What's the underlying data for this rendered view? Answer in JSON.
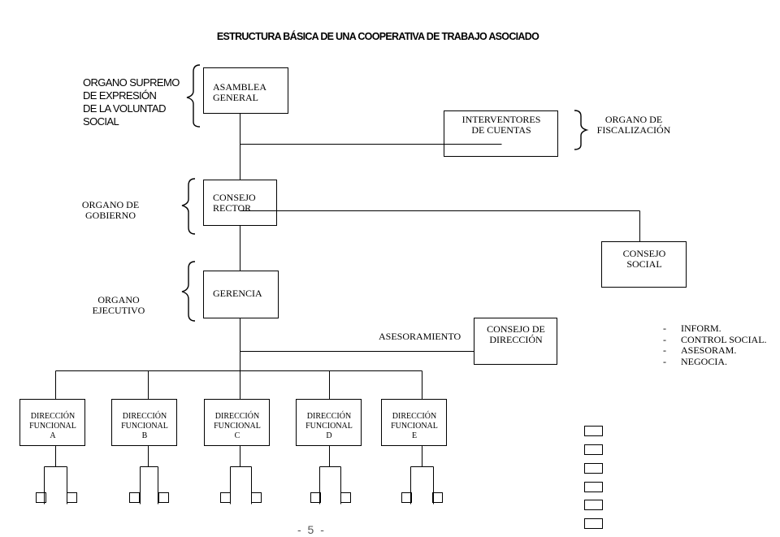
{
  "title": "ESTRUCTURA BÁSICA DE UNA COOPERATIVA DE TRABAJO ASOCIADO",
  "labels": {
    "supremo": "ORGANO SUPREMO\nDE EXPRESIÓN\nDE LA VOLUNTAD\nSOCIAL",
    "fiscalizacion": "ORGANO DE\nFISCALIZACIÓN",
    "gobierno": "ORGANO DE\nGOBIERNO",
    "ejecutivo": "ORGANO\nEJECUTIVO",
    "asesoramiento": "ASESORAMIENTO"
  },
  "boxes": {
    "asamblea": "ASAMBLEA\nGENERAL",
    "interventores": "INTERVENTORES\nDE CUENTAS",
    "consejo_rector": "CONSEJO\nRECTOR",
    "consejo_social": "CONSEJO\nSOCIAL",
    "gerencia": "GERENCIA",
    "consejo_direccion": "CONSEJO DE\nDIRECCIÓN"
  },
  "functions": [
    "DIRECCIÓN\nFUNCIONAL\nA",
    "DIRECCIÓN\nFUNCIONAL\nB",
    "DIRECCIÓN\nFUNCIONAL\nC",
    "DIRECCIÓN\nFUNCIONAL\nD",
    "DIRECCIÓN\nFUNCIONAL\nE"
  ],
  "social_functions": {
    "bullet": "-",
    "items": [
      "INFORM.",
      "CONTROL SOCIAL.",
      "ASESORAM.",
      "NEGOCIA."
    ]
  },
  "page_number": "- 5 -"
}
